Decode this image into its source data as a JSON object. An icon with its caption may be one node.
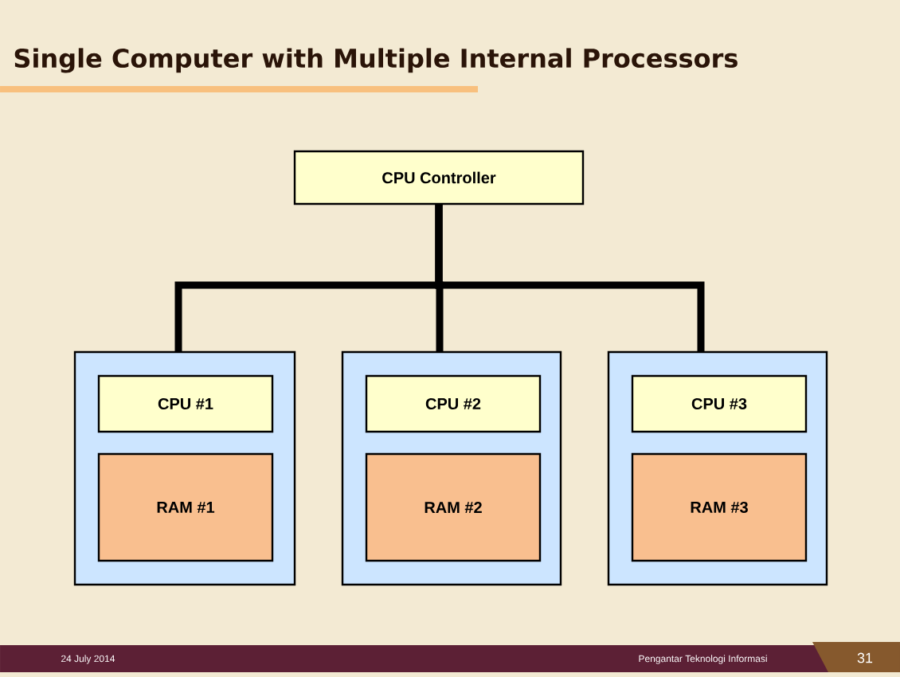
{
  "diagram": {
    "title": "Single Computer with Multiple Internal Processors",
    "nodes": [
      {
        "text": [
          "CPU Controller"
        ]
      },
      {
        "text": [],
        "shape": "box"
      },
      {
        "text": [
          "CPU #1"
        ],
        "in": 1
      },
      {
        "text": [
          "RAM #1"
        ],
        "in": 1
      },
      {
        "text": [],
        "shape": "box"
      },
      {
        "text": [
          "CPU #2"
        ],
        "in": 4
      },
      {
        "text": [
          "RAM #2"
        ],
        "in": 4
      },
      {
        "text": [],
        "shape": "box"
      },
      {
        "text": [
          "CPU #3"
        ],
        "in": 7
      },
      {
        "text": [
          "RAM #3"
        ],
        "in": 7
      }
    ],
    "edges": [
      {
        "from": 0,
        "to": 1,
        "arrow": "none"
      },
      {
        "from": 0,
        "to": 4,
        "arrow": "none"
      },
      {
        "from": 0,
        "to": 7,
        "arrow": "none"
      }
    ],
    "labels": [
      "24 July 2014",
      "Pengantar Teknologi Informasi",
      "31"
    ]
  }
}
